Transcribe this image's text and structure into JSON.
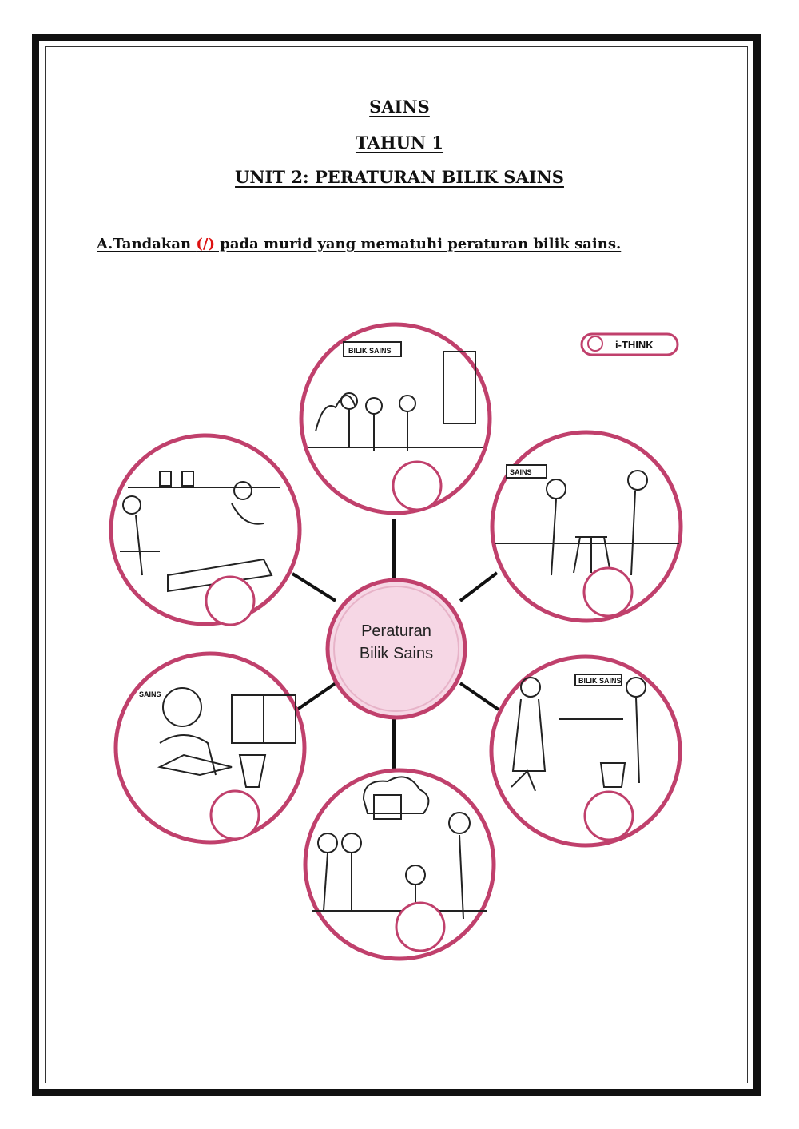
{
  "header": {
    "subject": "SAINS",
    "year": "TAHUN 1",
    "unit": "UNIT 2: PERATURAN BILIK SAINS"
  },
  "instruction": {
    "prefix": "A.Tandakan ",
    "mark": "(/)",
    "suffix": " pada murid yang mematuhi peraturan bilik sains."
  },
  "diagram": {
    "center_line1": "Peraturan",
    "center_line2": "Bilik Sains",
    "ithink_logo": "i-THINK",
    "sign_bilik_sains": "BILIK SAINS",
    "sign_sains": "SAINS",
    "scenes": [
      {
        "id": "top",
        "icon": "students-queue-icon"
      },
      {
        "id": "upper-left",
        "icon": "students-cleaning-lab-icon"
      },
      {
        "id": "upper-right",
        "icon": "students-playing-icon"
      },
      {
        "id": "lower-left",
        "icon": "student-eating-icon"
      },
      {
        "id": "lower-right",
        "icon": "students-sweeping-icon"
      },
      {
        "id": "bottom",
        "icon": "students-listening-teacher-icon"
      }
    ]
  },
  "colors": {
    "ring": "#c0406c",
    "center_fill": "#f6d7e5",
    "mark": "#d11111"
  }
}
